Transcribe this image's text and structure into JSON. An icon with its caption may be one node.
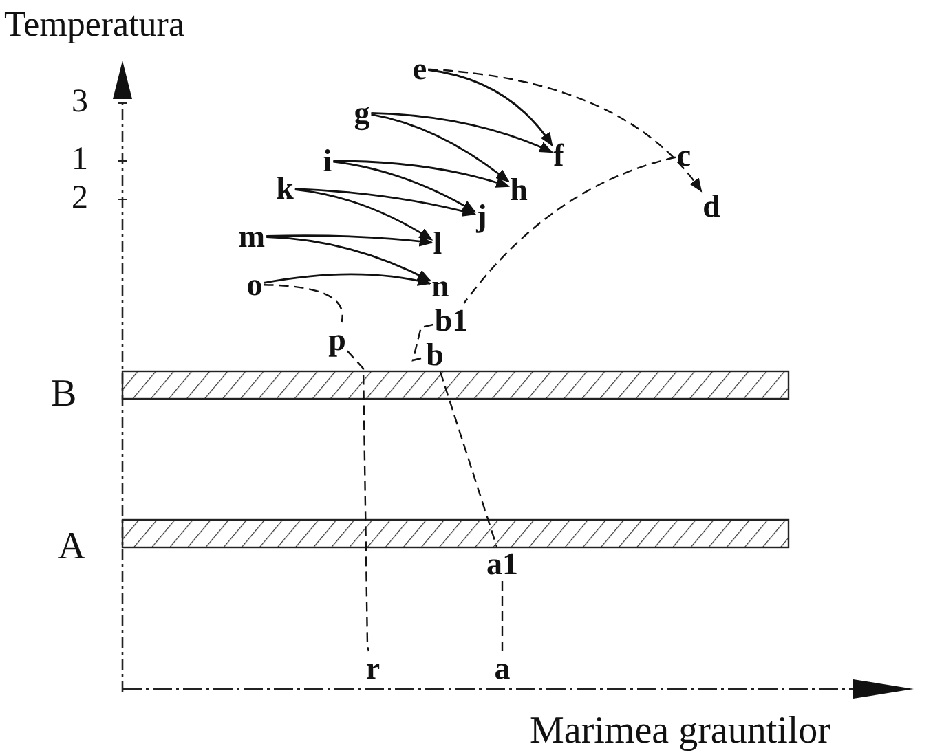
{
  "diagram": {
    "nodes": [
      {
        "text": [
          "e"
        ]
      },
      {
        "text": [
          "g"
        ]
      },
      {
        "text": [
          "f"
        ]
      },
      {
        "text": [
          "c"
        ]
      },
      {
        "text": [
          "i"
        ]
      },
      {
        "text": [
          "h"
        ]
      },
      {
        "text": [
          "d"
        ]
      },
      {
        "text": [
          "k"
        ]
      },
      {
        "text": [
          "j"
        ]
      },
      {
        "text": [
          "m"
        ]
      },
      {
        "text": [
          "l"
        ]
      },
      {
        "text": [
          "o"
        ]
      },
      {
        "text": [
          "n"
        ]
      },
      {
        "text": [
          "b1"
        ]
      },
      {
        "text": [
          "p"
        ]
      },
      {
        "text": [
          "b"
        ]
      },
      {
        "text": [
          "a1"
        ]
      },
      {
        "text": [
          "r"
        ]
      },
      {
        "text": [
          "a"
        ]
      }
    ],
    "edges": [
      {
        "from": 0,
        "to": 2,
        "arrow": "to"
      },
      {
        "from": 0,
        "to": 6,
        "arrow": "to",
        "style": "dashed"
      },
      {
        "from": 1,
        "to": 2,
        "arrow": "to"
      },
      {
        "from": 1,
        "to": 5,
        "arrow": "to"
      },
      {
        "from": 4,
        "to": 5,
        "arrow": "to"
      },
      {
        "from": 4,
        "to": 8,
        "arrow": "to"
      },
      {
        "from": 7,
        "to": 8,
        "arrow": "to"
      },
      {
        "from": 7,
        "to": 10,
        "arrow": "to"
      },
      {
        "from": 9,
        "to": 10,
        "arrow": "to"
      },
      {
        "from": 9,
        "to": 12,
        "arrow": "to"
      },
      {
        "from": 11,
        "to": 12,
        "arrow": "to"
      },
      {
        "from": 11,
        "to": 14,
        "arrow": "none",
        "style": "dashed"
      },
      {
        "from": 3,
        "to": 13,
        "arrow": "none",
        "style": "dashed"
      },
      {
        "from": 13,
        "to": 15,
        "arrow": "none",
        "style": "dashed"
      },
      {
        "from": 15,
        "to": 16,
        "arrow": "none",
        "style": "dashed"
      },
      {
        "from": 14,
        "to": 17,
        "arrow": "none",
        "style": "dashed"
      },
      {
        "from": 16,
        "to": 18,
        "arrow": "none",
        "style": "dashed"
      }
    ],
    "labels": [
      "Temperatura",
      "3",
      "1",
      "2",
      "B",
      "A",
      "Marimea grauntilor"
    ]
  }
}
